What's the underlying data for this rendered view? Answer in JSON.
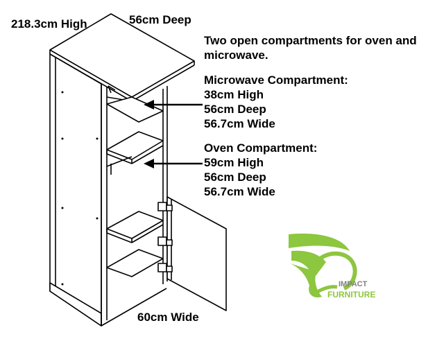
{
  "dimensions": {
    "height": "218.3cm High",
    "depth": "56cm Deep",
    "width": "60cm Wide"
  },
  "description": {
    "intro_line1": "Two open compartments for oven and",
    "intro_line2": "microwave.",
    "microwave": {
      "title": "Microwave Compartment:",
      "height": "38cm High",
      "depth": "56cm Deep",
      "width": "56.7cm Wide"
    },
    "oven": {
      "title": "Oven Compartment:",
      "height": "59cm High",
      "depth": "56cm Deep",
      "width": "56.7cm Wide"
    }
  },
  "logo": {
    "line1": "IMPACT",
    "line2": "FURNITURE",
    "brand_green": "#8dc63f",
    "brand_grey": "#808080"
  }
}
